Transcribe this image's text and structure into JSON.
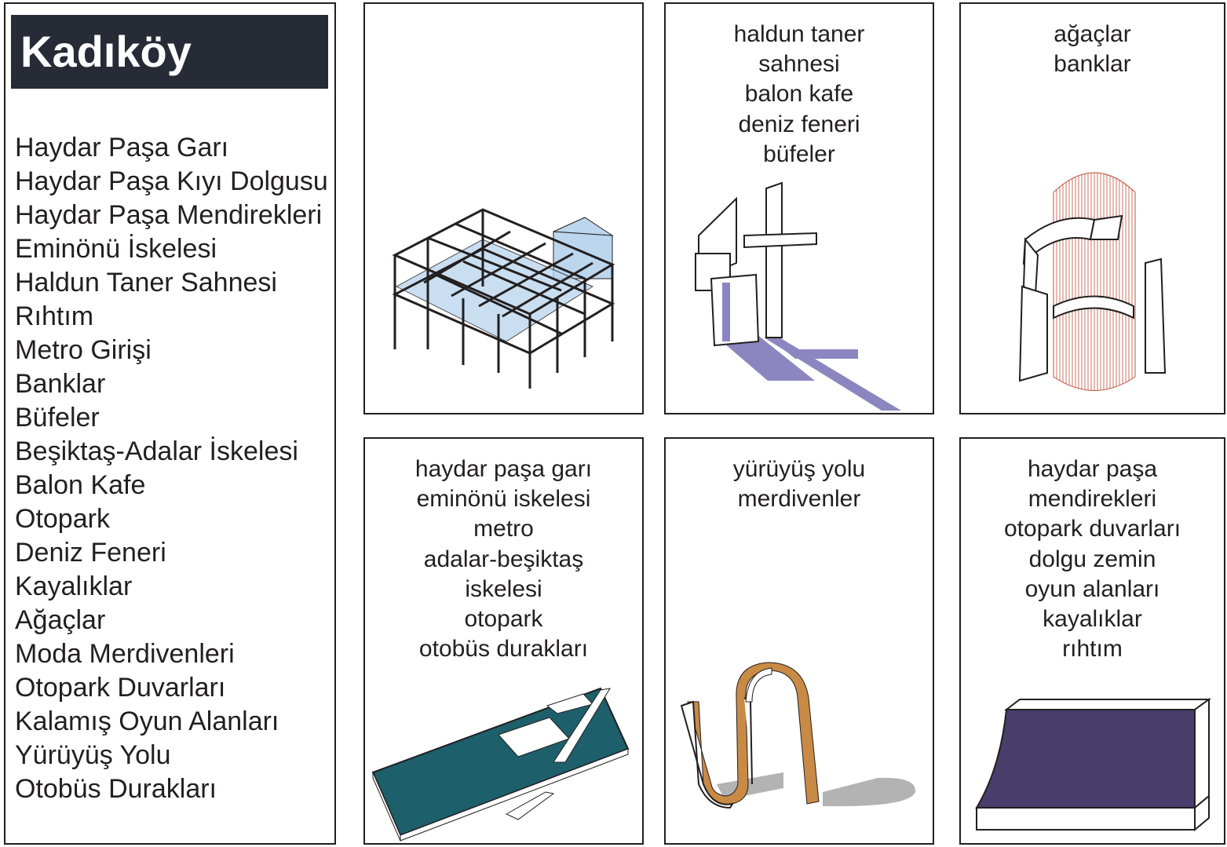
{
  "title": "Kadıköy",
  "places": [
    "Haydar Paşa Garı",
    "Haydar Paşa Kıyı Dolgusu",
    "Haydar Paşa Mendirekleri",
    "Eminönü İskelesi",
    "Haldun Taner Sahnesi",
    "Rıhtım",
    "Metro Girişi",
    "Banklar",
    "Büfeler",
    "Beşiktaş-Adalar İskelesi",
    "Balon Kafe",
    "Otopark",
    "Deniz Feneri",
    "Kayalıklar",
    "Ağaçlar",
    "Moda Merdivenleri",
    "Otopark Duvarları",
    "Kalamış Oyun Alanları",
    "Yürüyüş Yolu",
    "Otobüs Durakları"
  ],
  "cards": [
    {
      "lines": [],
      "illustration": "frame-structure"
    },
    {
      "lines": [
        "haldun taner",
        "sahnesi",
        "balon kafe",
        "deniz feneri",
        "büfeler"
      ],
      "illustration": "stage-frame"
    },
    {
      "lines": [
        "ağaçlar",
        "banklar"
      ],
      "illustration": "tree-bench"
    },
    {
      "lines": [
        "haydar paşa garı",
        "eminönü iskelesi",
        "metro",
        "adalar-beşiktaş",
        "iskelesi",
        "otopark",
        "otobüs durakları"
      ],
      "illustration": "platform-slab"
    },
    {
      "lines": [
        "yürüyüş yolu",
        "merdivenler"
      ],
      "illustration": "curved-path"
    },
    {
      "lines": [
        "haydar paşa",
        "mendirekleri",
        "otopark duvarları",
        "dolgu zemin",
        "oyun alanları",
        "kayalıklar",
        "rıhtım"
      ],
      "illustration": "curved-wall"
    }
  ],
  "colors": {
    "title_bg": "#262b36",
    "blue": "#bcd6ee",
    "purple": "#8c86c0",
    "red": "#c0503a",
    "teal": "#1d5f6b",
    "orange": "#c98a45",
    "darkpurple": "#483d6b",
    "gray": "#b3b3b3"
  }
}
